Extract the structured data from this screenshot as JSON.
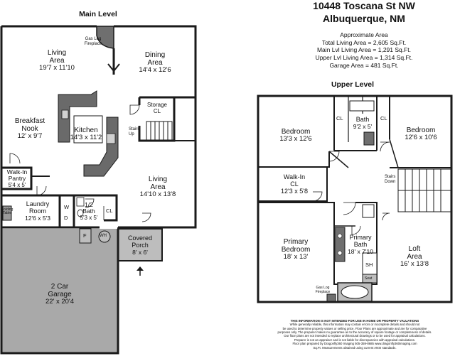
{
  "address": {
    "line1": "10448 Toscana St NW",
    "line2": "Albuquerque, NM"
  },
  "floors": {
    "main": "Main Level",
    "upper": "Upper Level"
  },
  "approximate_area": {
    "heading": "Approximate Area",
    "total": "Total Living Area = 2,605 Sq.Ft.",
    "main": "Main Lvl Living Area = 1,291 Sq.Ft.",
    "upper": "Upper Lvl Living Area = 1,314 Sq.Ft.",
    "garage": "Garage Area = 481 Sq.Ft."
  },
  "main_rooms": {
    "living_top": {
      "name": "Living\nArea",
      "dims": "19'7 x 11'10"
    },
    "dining": {
      "name": "Dining\nArea",
      "dims": "14'4 x 12'6"
    },
    "breakfast": {
      "name": "Breakfast\nNook",
      "dims": "12' x 9'7"
    },
    "kitchen": {
      "name": "Kitchen",
      "dims": "14'3 x 11'2"
    },
    "storage": {
      "name": "Storage\nCL"
    },
    "living_right": {
      "name": "Living\nArea",
      "dims": "14'10 x 13'8"
    },
    "pantry": {
      "name": "Walk-In\nPantry",
      "dims": "5'4 x 5'"
    },
    "laundry": {
      "name": "Laundry\nRoom",
      "dims": "12'6 x 5'3"
    },
    "half_bath": {
      "name": "1/2\nBath",
      "dims": "5'3 x 5'"
    },
    "porch": {
      "name": "Covered\nPorch",
      "dims": "8' x 6'"
    },
    "garage": {
      "name": "2 Car\nGarage",
      "dims": "22' x 20'4"
    }
  },
  "main_small": {
    "fireplace": "Gas Log\nFireplace",
    "stairs_up": "Stairs\nUp",
    "cl": "CL",
    "w": "W",
    "d": "D",
    "f": "F",
    "wh": "WH",
    "folding_table": "Folding\nTable"
  },
  "upper_rooms": {
    "bedroom_left": {
      "name": "Bedroom",
      "dims": "13'3 x 12'6"
    },
    "bath": {
      "name": "Bath",
      "dims": "9'2 x 5'"
    },
    "bedroom_right": {
      "name": "Bedroom",
      "dims": "12'6 x 10'6"
    },
    "walkin": {
      "name": "Walk-In\nCL",
      "dims": "12'3 x 5'8"
    },
    "primary_bedroom": {
      "name": "Primary\nBedroom",
      "dims": "18' x 13'"
    },
    "primary_bath": {
      "name": "Primary\nBath",
      "dims": "18' x 7'10"
    },
    "loft": {
      "name": "Loft\nArea",
      "dims": "16' x 13'8"
    }
  },
  "upper_small": {
    "cl": "CL",
    "stairs_down": "Stairs\nDown",
    "sh": "SH",
    "seat": "Seat",
    "fireplace": "Gas Log\nFireplace"
  },
  "disclaimer": [
    "THIS INFORMATION IS NOT INTENDED FOR USE IN HOME OR PROPERTY VALUATIONS",
    "While generally reliable, this information may contain errors or incomplete details and should not",
    "be used to determine property values or selling price. Floor Plans are approximate and are for comparative",
    "purposes only. The preparer makes no guarantee as to the accuracy of square footage or completeness of details.",
    "Our floor plans are not intended to replace architectural drawings or to be used for appraisal calculations.",
    "Preparer is not an appraiser and is not liable for discrepancies with appraisal calculations.",
    "Floor plan prepared by Dragonfly360 Imaging 505-359-8685 www.dragonfly360imaging.com",
    "Sq.Ft. Measurements obtained using current ANSI standards."
  ]
}
